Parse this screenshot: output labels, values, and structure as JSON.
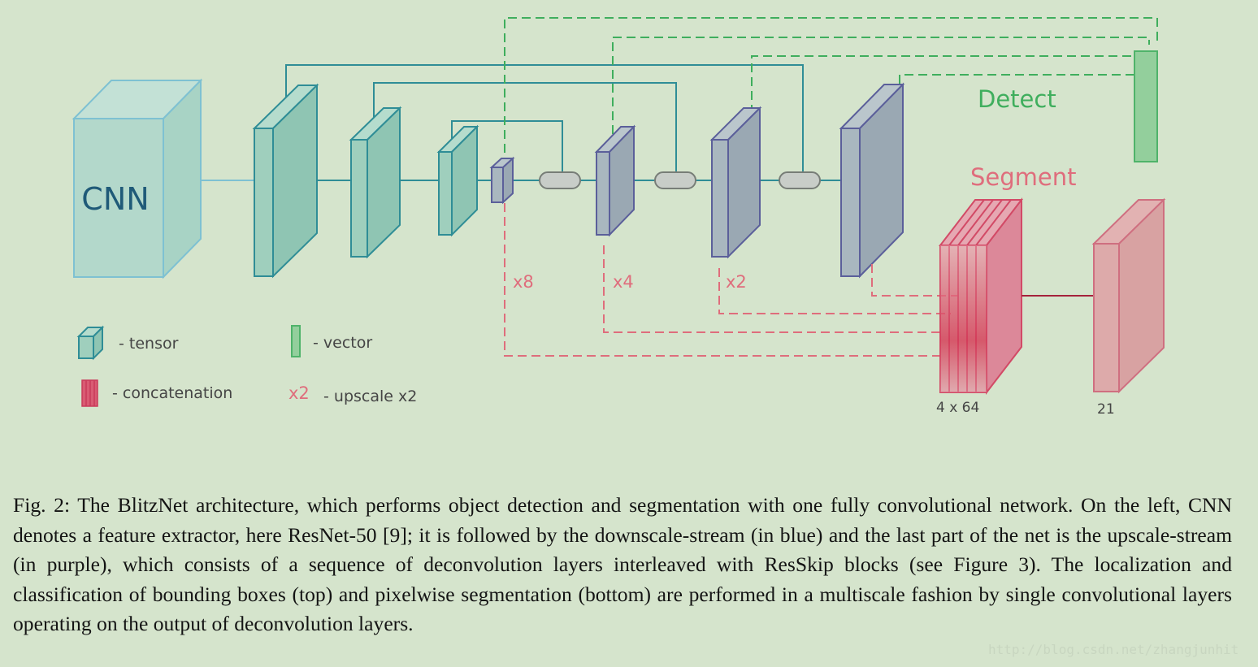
{
  "colors": {
    "background": "#d5e4cc",
    "tensor_fill": "#9fcfbd",
    "tensor_stroke": "#2f8d96",
    "cnn_fill": "#b3d8cb",
    "cnn_stroke": "#7ec1d2",
    "cnn_text": "#1f5a78",
    "deconv_fill": "#a9b7bf",
    "deconv_stroke": "#5b5f9a",
    "vector_fill": "#93cf9c",
    "vector_stroke": "#4fb36a",
    "detect": "#3fae5d",
    "segment": "#df6d7c",
    "concat": "#d95b73",
    "legend_text": "#454545"
  },
  "diagram": {
    "cnn_label": "CNN",
    "detect_label": "Detect",
    "segment_label": "Segment",
    "upscale_labels": [
      "x8",
      "x4",
      "x2"
    ],
    "concat_size_label": "4 x 64",
    "output_size_label": "21"
  },
  "legend": {
    "tensor": "- tensor",
    "vector": "- vector",
    "concatenation": "- concatenation",
    "upscale_symbol": "x2",
    "upscale": "- upscale x2"
  },
  "caption": "Fig. 2: The BlitzNet architecture, which performs object detection and segmentation with one fully convolutional network. On the left, CNN denotes a feature extractor, here ResNet-50 [9]; it is followed by the downscale-stream (in blue) and the last part of the net is the upscale-stream (in purple), which consists of a sequence of deconvolution layers interleaved with ResSkip blocks (see Figure 3). The localization and classification of bounding boxes (top) and pixelwise segmentation (bottom) are performed in a multiscale fashion by single convolutional layers operating on the output of deconvolution layers.",
  "watermark": "http://blog.csdn.net/zhangjunhit"
}
